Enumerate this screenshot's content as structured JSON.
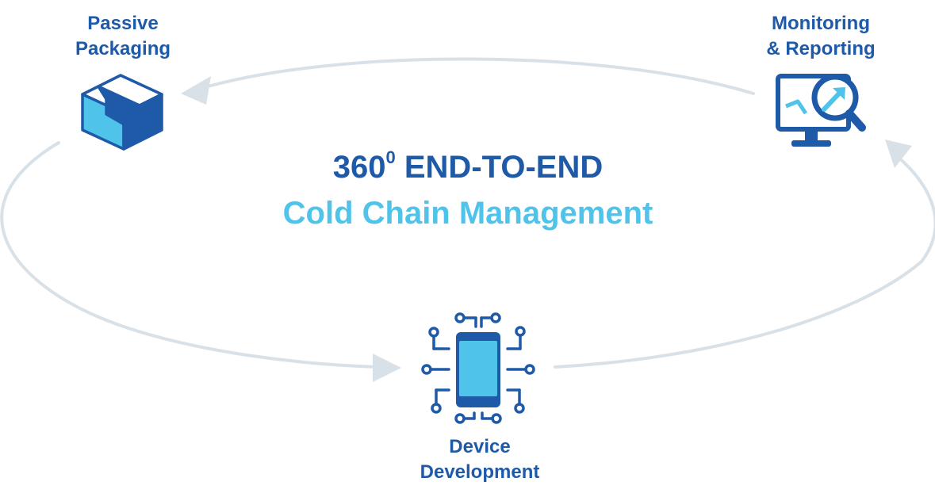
{
  "colors": {
    "dark_blue": "#1e5aa8",
    "light_blue": "#4fc3ea",
    "arrow_gray": "#d9e1e8"
  },
  "nodes": {
    "passive_packaging": {
      "line1": "Passive",
      "line2": "Packaging",
      "icon": "box-icon"
    },
    "monitoring_reporting": {
      "line1": "Monitoring",
      "line2": "& Reporting",
      "icon": "monitor-magnifier-icon"
    },
    "device_development": {
      "line1": "Device",
      "line2": "Development",
      "icon": "circuit-phone-icon"
    }
  },
  "center": {
    "line1_prefix": "360",
    "line1_sup": "0",
    "line1_suffix": " END-TO-END",
    "line2": "Cold Chain Management"
  }
}
